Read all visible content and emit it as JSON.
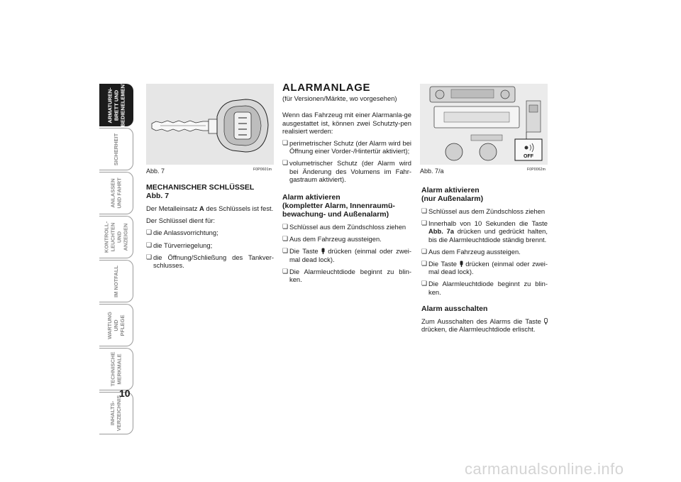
{
  "tabs": [
    {
      "label": "ARMATUREN-\nBRETT UND\nBEDIENELEMENTE",
      "active": true
    },
    {
      "label": "SICHERHEIT",
      "active": false
    },
    {
      "label": "ANLASSEN\nUND FAHRT",
      "active": false
    },
    {
      "label": "KONTROLL-\nLEUCHTEN UND\nANZEIGEN",
      "active": false
    },
    {
      "label": "IM NOTFALL",
      "active": false
    },
    {
      "label": "WARTUNG UND\nPFLEGE",
      "active": false
    },
    {
      "label": "TECHNISCHE\nMERKMALE",
      "active": false
    },
    {
      "label": "INHALTS-\nVERZEICHNIS",
      "active": false
    }
  ],
  "page_number": "10",
  "figure1": {
    "caption": "Abb. 7",
    "code": "F0P0601m"
  },
  "figure2": {
    "caption": "Abb. 7/a",
    "code": "F0P0062m",
    "button_label": "OFF"
  },
  "col1": {
    "heading": "MECHANISCHER SCHLÜSSEL",
    "heading2": "Abb. 7",
    "p1_a": "Der Metalleinsatz ",
    "p1_b": "A",
    "p1_c": " des Schlüssels ist fest.",
    "p2": "Der Schlüssel dient für:",
    "items": [
      "die Anlassvorrichtung;",
      "die Türverriegelung;",
      "die Öffnung/Schließung des Tankver-schlusses."
    ]
  },
  "col2": {
    "title": "ALARMANLAGE",
    "subtitle": "(für Versionen/Märkte, wo vorgesehen)",
    "intro": "Wenn das Fahrzeug mit einer Alarmanla-ge ausgestattet ist, können zwei Schutzty-pen realisiert werden:",
    "items": [
      "perimetrischer Schutz (der Alarm wird bei Öffnung einer Vorder-/Hintertür aktiviert);",
      "volumetrischer Schutz (der Alarm wird bei Änderung des Volumens im Fahr-gastraum aktiviert)."
    ],
    "heading": "Alarm aktivieren",
    "heading2": "(kompletter Alarm, Innenraumü-bewachung- und Außenalarm)",
    "steps": [
      "Schlüssel aus dem Zündschloss ziehen",
      "Aus dem Fahrzeug aussteigen."
    ],
    "step3_a": "Die Taste ",
    "step3_b": " drücken (einmal oder zwei-mal dead lock).",
    "step4": "Die Alarmleuchtdiode beginnt zu blin-ken."
  },
  "col3": {
    "heading": "Alarm aktivieren",
    "heading2": "(nur Außenalarm)",
    "step1": "Schlüssel aus dem Zündschloss ziehen",
    "step2_a": "Innerhalb von 10 Sekunden die Taste ",
    "step2_b": "Abb. 7a",
    "step2_c": " drücken und gedrückt halten, bis die Alarmleuchtdiode ständig brennt.",
    "step3": "Aus dem Fahrzeug aussteigen.",
    "step4_a": "Die Taste ",
    "step4_b": " drücken (einmal oder zwei-mal dead lock).",
    "step5": "Die Alarmleuchtdiode beginnt zu blin-ken.",
    "heading_off": "Alarm ausschalten",
    "off_a": "Zum Ausschalten des Alarms die Taste ",
    "off_b": " drücken, die Alarmleuchtdiode erlischt."
  },
  "watermark": "carmanualsonline.info"
}
